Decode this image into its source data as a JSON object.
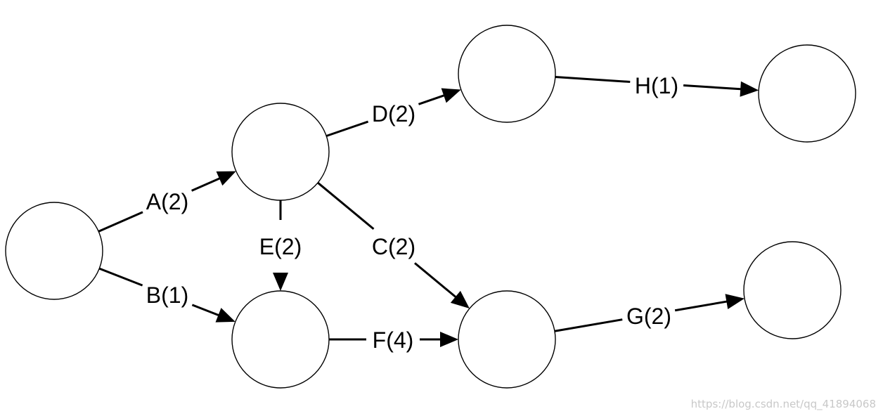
{
  "diagram": {
    "type": "activity-on-arrow network",
    "nodes": [
      "n1",
      "n2",
      "n3",
      "n4",
      "n5",
      "n6",
      "n7",
      "n8"
    ],
    "edges": [
      {
        "id": "A",
        "label": "A(2)",
        "from": "n1",
        "to": "n2"
      },
      {
        "id": "B",
        "label": "B(1)",
        "from": "n1",
        "to": "n3"
      },
      {
        "id": "D",
        "label": "D(2)",
        "from": "n2",
        "to": "n4"
      },
      {
        "id": "E",
        "label": "E(2)",
        "from": "n2",
        "to": "n3"
      },
      {
        "id": "C",
        "label": "C(2)",
        "from": "n2",
        "to": "n5"
      },
      {
        "id": "F",
        "label": "F(4)",
        "from": "n3",
        "to": "n5"
      },
      {
        "id": "H",
        "label": "H(1)",
        "from": "n4",
        "to": "n6"
      },
      {
        "id": "G",
        "label": "G(2)",
        "from": "n5",
        "to": "n7"
      }
    ]
  },
  "watermark": "https://blog.csdn.net/qq_41894068"
}
